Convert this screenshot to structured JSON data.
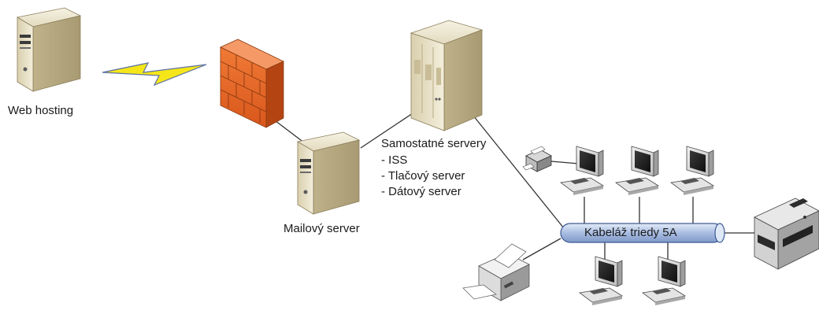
{
  "nodes": {
    "web_hosting": {
      "label": "Web hosting",
      "icon": "server-tower-icon"
    },
    "firewall": {
      "icon": "firewall-brick-icon",
      "color": "#e8682a"
    },
    "mail_server": {
      "label": "Mailový server",
      "icon": "server-tower-icon"
    },
    "standalone_servers": {
      "title": "Samostatné servery",
      "items": [
        "- ISS",
        "- Tlačový server",
        "- Dátový server"
      ],
      "icon": "rack-server-icon"
    },
    "cable": {
      "label": "Kabeláž triedy 5A",
      "color": "#b8c8e8"
    },
    "workstations": {
      "count": 5,
      "icon": "desktop-computer-icon"
    },
    "printers": [
      "small-printer-icon",
      "inkjet-printer-icon",
      "laser-printer-icon"
    ]
  },
  "link": {
    "type": "lightning-wan-link",
    "color": "#f5e61a"
  }
}
